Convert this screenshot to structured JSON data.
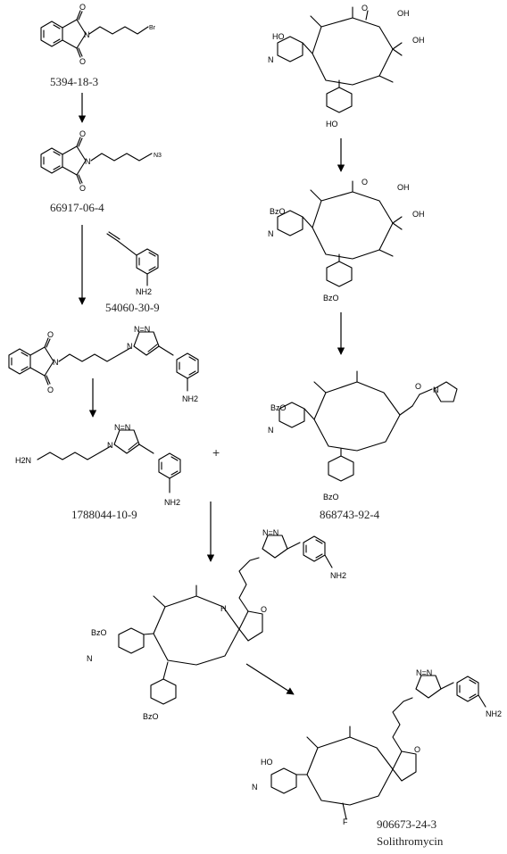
{
  "compounds": {
    "c1": {
      "cas": "5394-18-3",
      "atoms": {
        "br": "Br",
        "n": "N",
        "o1": "O",
        "o2": "O"
      }
    },
    "c2": {
      "cas": "66917-06-4",
      "atoms": {
        "n3": "N3",
        "n": "N",
        "o1": "O",
        "o2": "O"
      }
    },
    "c3": {
      "cas": "54060-30-9",
      "atoms": {
        "nh2": "NH2"
      }
    },
    "c4": {
      "atoms": {
        "n": "N",
        "o1": "O",
        "o2": "O",
        "nh2": "NH2",
        "tn1": "N",
        "tn2": "N=N"
      }
    },
    "c5": {
      "cas": "1788044-10-9",
      "atoms": {
        "h2n": "H2N",
        "nh2": "NH2",
        "tn1": "N",
        "tn2": "N=N"
      }
    },
    "c6": {
      "atoms": {
        "ho1": "HO",
        "ho2": "HO",
        "oh1": "OH",
        "oh2": "OH",
        "n": "N",
        "o": "O"
      }
    },
    "c7": {
      "atoms": {
        "bzo1": "BzO",
        "bzo2": "BzO",
        "oh1": "OH",
        "oh2": "OH",
        "n": "N",
        "o": "O"
      }
    },
    "c8": {
      "cas": "868743-92-4",
      "atoms": {
        "bzo1": "BzO",
        "bzo2": "BzO",
        "n": "N",
        "o": "O",
        "imN": "N"
      }
    },
    "c9": {
      "atoms": {
        "bzo1": "BzO",
        "bzo2": "BzO",
        "n": "N",
        "h": "H",
        "o": "O",
        "nh2": "NH2",
        "tn": "N=N"
      }
    },
    "c10": {
      "cas": "906673-24-3",
      "name": "Solithromycin",
      "atoms": {
        "ho": "HO",
        "n": "N",
        "f": "F",
        "o": "O",
        "nh2": "NH2",
        "tn": "N=N"
      }
    }
  },
  "plus_sign": "+"
}
